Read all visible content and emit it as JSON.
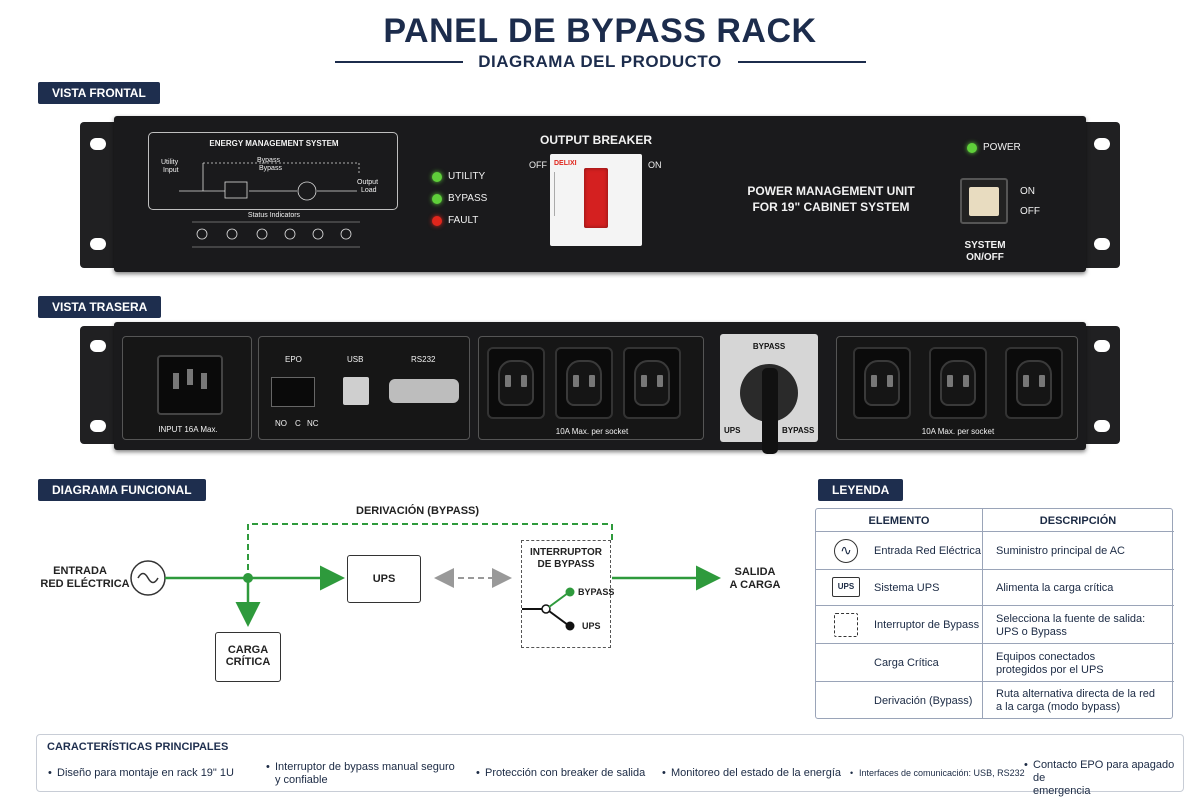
{
  "header": {
    "title": "PANEL DE BYPASS RACK",
    "subtitle": "DIAGRAMA DEL PRODUCTO"
  },
  "sections": {
    "front": "VISTA FRONTAL",
    "rear": "VISTA TRASERA",
    "functional": "DIAGRAMA FUNCIONAL",
    "legend": "LEYENDA"
  },
  "front_panel": {
    "ems_title": "ENERGY MANAGEMENT SYSTEM",
    "ems_utility": "Utility",
    "ems_input": "Input",
    "ems_bypass": "Bypass",
    "ems_bypass2": "Bypass",
    "ems_output": "Output",
    "ems_load": "Load",
    "ems_status": "Status Indicators",
    "indicators": [
      {
        "label": "UTILITY",
        "color": "#5fcf3a"
      },
      {
        "label": "BYPASS",
        "color": "#5fcf3a"
      },
      {
        "label": "FAULT",
        "color": "#e0261c"
      }
    ],
    "breaker_title": "OUTPUT BREAKER",
    "breaker_off": "OFF",
    "breaker_on": "ON",
    "breaker_brand": "DELIXI",
    "unit_line1": "POWER MANAGEMENT UNIT",
    "unit_line2": "FOR 19\" CABINET SYSTEM",
    "power_label": "POWER",
    "power_color": "#5fcf3a",
    "switch_on": "ON",
    "switch_off": "OFF",
    "system_line1": "SYSTEM",
    "system_line2": "ON/OFF"
  },
  "rear_panel": {
    "input_label": "INPUT 16A Max.",
    "epo": "EPO",
    "usb": "USB",
    "rs232": "RS232",
    "no": "NO",
    "c": "C",
    "nc": "NC",
    "socket_label_left": "10A Max. per socket",
    "socket_label_right": "10A Max. per socket",
    "bypass_title": "BYPASS",
    "bypass_ups": "UPS",
    "bypass_bypass": "BYPASS"
  },
  "functional": {
    "derivacion": "DERIVACIÓN (BYPASS)",
    "entrada_1": "ENTRADA",
    "entrada_2": "RED ELÉCTRICA",
    "ups": "UPS",
    "interruptor_1": "INTERRUPTOR",
    "interruptor_2": "DE BYPASS",
    "sw_bypass": "BYPASS",
    "sw_ups": "UPS",
    "salida_1": "SALIDA",
    "salida_2": "A CARGA",
    "carga_1": "CARGA",
    "carga_2": "CRÍTICA",
    "green": "#2e9a3c"
  },
  "legend": {
    "col_element": "ELEMENTO",
    "col_desc": "DESCRIPCIÓN",
    "rows": [
      {
        "icon": "ac-source-icon",
        "element": "Entrada Red Eléctrica",
        "desc": "Suministro principal de AC",
        "desc2": ""
      },
      {
        "icon": "ups-icon",
        "icon_text": "UPS",
        "element": "Sistema UPS",
        "desc": "Alimenta la carga crítica",
        "desc2": ""
      },
      {
        "icon": "dashed-box-icon",
        "element": "Interruptor de Bypass",
        "desc": "Selecciona la fuente de salida:",
        "desc2": "UPS o Bypass"
      },
      {
        "icon": "",
        "element": "Carga Crítica",
        "desc": "Equipos conectados",
        "desc2": "protegidos por el UPS"
      },
      {
        "icon": "",
        "element": "Derivación (Bypass)",
        "desc": "Ruta alternativa directa de la red",
        "desc2": "a la carga (modo bypass)"
      }
    ]
  },
  "features": {
    "title": "CARACTERÍSTICAS PRINCIPALES",
    "items": [
      {
        "l1": "Diseño para montaje en rack 19\" 1U",
        "l2": ""
      },
      {
        "l1": "Interruptor de bypass manual seguro",
        "l2": "y confiable"
      },
      {
        "l1": "Protección con breaker de salida",
        "l2": ""
      },
      {
        "l1": "Monitoreo del estado de la energía",
        "l2": ""
      },
      {
        "l1": "Interfaces de comunicación: USB, RS232",
        "l2": ""
      },
      {
        "l1": "Contacto EPO para apagado de",
        "l2": "emergencia"
      }
    ]
  }
}
